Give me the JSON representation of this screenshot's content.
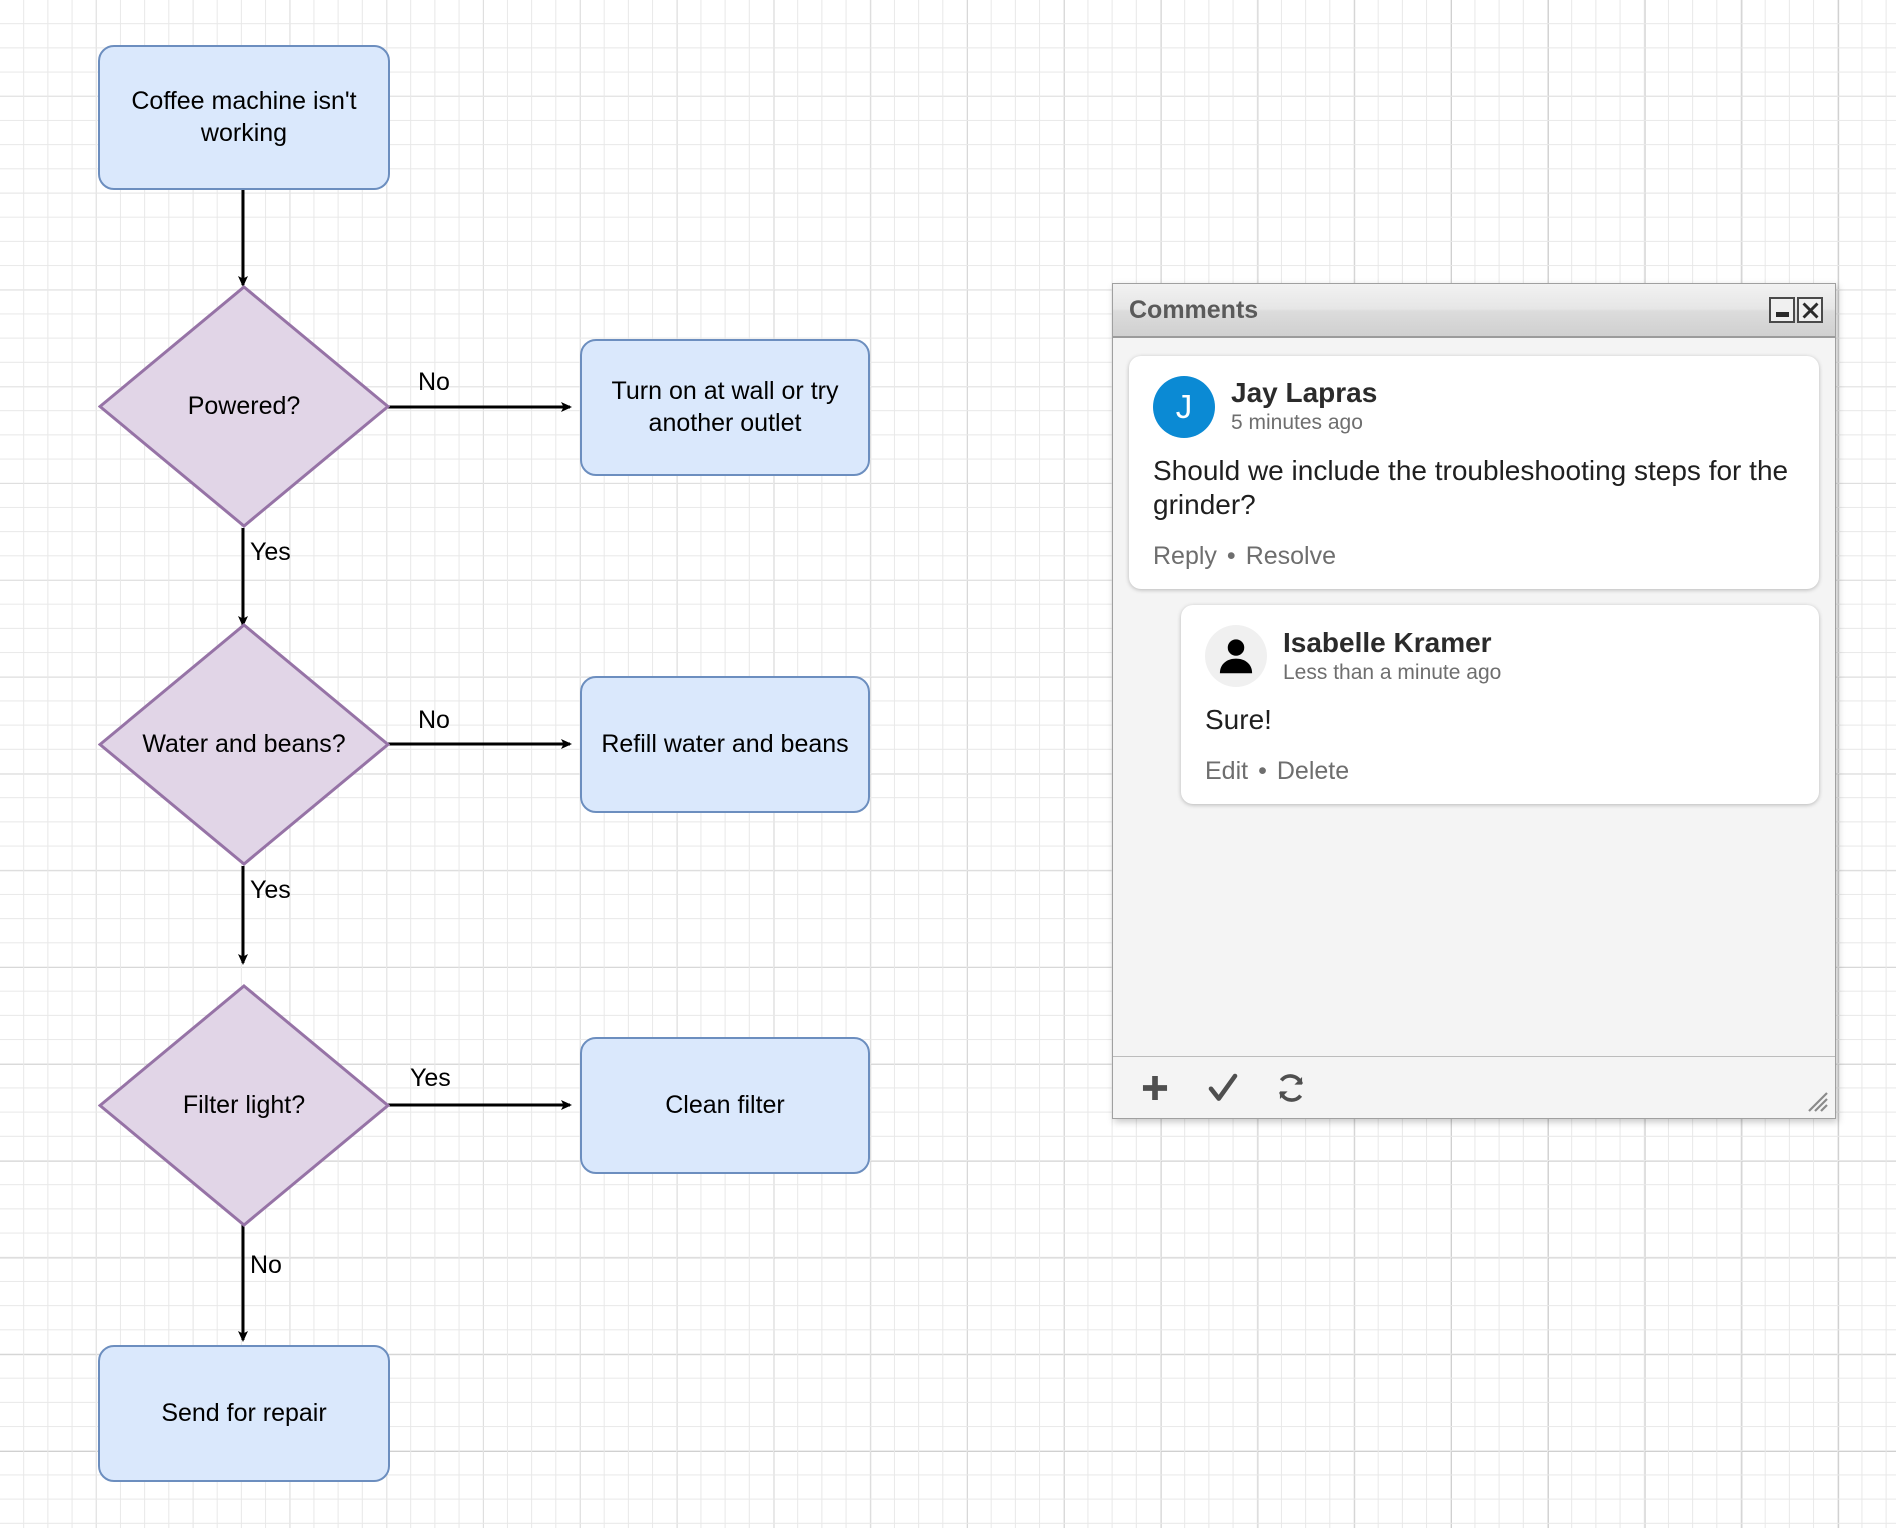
{
  "diagram": {
    "nodes": [
      {
        "id": "start",
        "type": "process",
        "label": "Coffee machine isn't working"
      },
      {
        "id": "powered",
        "type": "decision",
        "label": "Powered?"
      },
      {
        "id": "outlet",
        "type": "process",
        "label": "Turn on at wall or try another outlet"
      },
      {
        "id": "water",
        "type": "decision",
        "label": "Water and beans?"
      },
      {
        "id": "refill",
        "type": "process",
        "label": "Refill water and beans"
      },
      {
        "id": "filter",
        "type": "decision",
        "label": "Filter light?"
      },
      {
        "id": "clean",
        "type": "process",
        "label": "Clean filter"
      },
      {
        "id": "repair",
        "type": "process",
        "label": "Send for repair"
      }
    ],
    "edge_labels": {
      "powered_no": "No",
      "powered_yes": "Yes",
      "water_no": "No",
      "water_yes": "Yes",
      "filter_yes": "Yes",
      "filter_no": "No"
    },
    "colors": {
      "process_fill": "#dae8fc",
      "process_stroke": "#6c8ebf",
      "decision_fill": "#e1d5e7",
      "decision_stroke": "#9673a6",
      "edge_stroke": "#000000",
      "grid_minor": "#e8e8e8",
      "grid_major": "#c4c4c4"
    }
  },
  "comments_window": {
    "title": "Comments",
    "minimize_label": "_",
    "close_label": "X",
    "comments": [
      {
        "author": "Jay Lapras",
        "avatar_initial": "J",
        "avatar_type": "initial",
        "avatar_color": "#0b8ad4",
        "time": "5 minutes ago",
        "text": "Should we include the troubleshooting steps for the grinder?",
        "action_primary": "Reply",
        "action_separator": "•",
        "action_secondary": "Resolve",
        "is_reply": false
      },
      {
        "author": "Isabelle Kramer",
        "avatar_initial": "",
        "avatar_type": "silhouette",
        "avatar_color": "#f0f0f0",
        "time": "Less than a minute ago",
        "text": "Sure!",
        "action_primary": "Edit",
        "action_separator": "•",
        "action_secondary": "Delete",
        "is_reply": true
      }
    ],
    "footer": {
      "add_icon": "plus-icon",
      "resolve_icon": "checkmark-icon",
      "refresh_icon": "refresh-icon"
    }
  }
}
